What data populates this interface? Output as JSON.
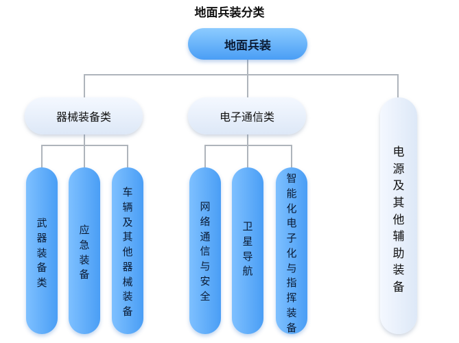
{
  "title": "地面兵装分类",
  "root": "地面兵装",
  "categories": [
    {
      "label": "器械装备类",
      "children": [
        "武器装备类",
        "应急装备",
        "车辆及其他器械装备"
      ]
    },
    {
      "label": "电子通信类",
      "children": [
        "网络通信与安全",
        "卫星导航",
        "智能化电子化与指挥装备"
      ]
    },
    {
      "label": "电源及其他辅助装备",
      "children": []
    }
  ]
}
